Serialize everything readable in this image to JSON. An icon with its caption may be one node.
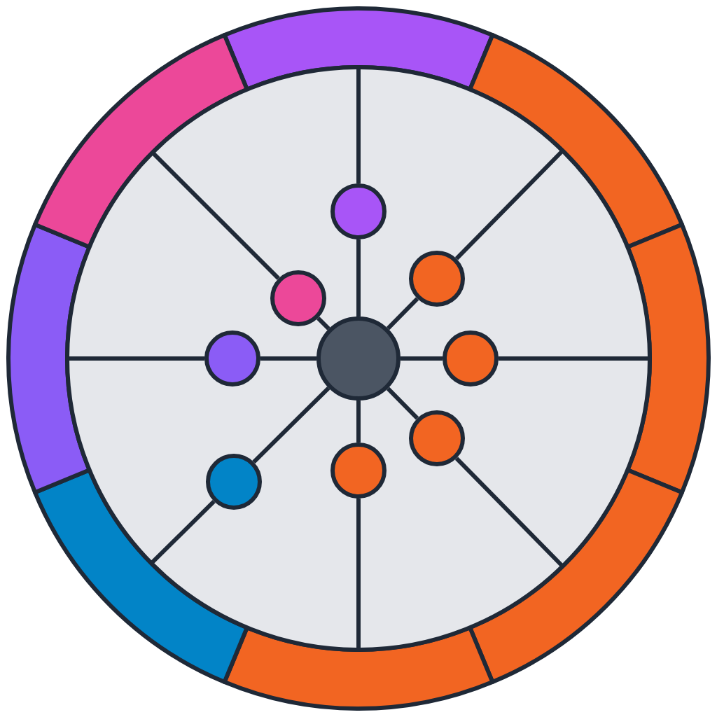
{
  "diagram": {
    "nodes": [
      {
        "text": [],
        "shape": "circle"
      },
      {
        "text": [],
        "shape": "circle"
      },
      {
        "text": [],
        "shape": "circle"
      },
      {
        "text": [],
        "shape": "circle"
      },
      {
        "text": [],
        "shape": "circle"
      },
      {
        "text": [],
        "shape": "circle"
      },
      {
        "text": [],
        "shape": "circle"
      },
      {
        "text": [],
        "shape": "circle"
      },
      {
        "text": [],
        "shape": "circle"
      }
    ],
    "edges": [
      {
        "from": 4,
        "to": 0,
        "arrow": "none"
      },
      {
        "from": 4,
        "to": 1,
        "arrow": "none"
      },
      {
        "from": 4,
        "to": 2,
        "arrow": "none"
      },
      {
        "from": 4,
        "to": 3,
        "arrow": "none"
      },
      {
        "from": 4,
        "to": 5,
        "arrow": "none"
      },
      {
        "from": 4,
        "to": 6,
        "arrow": "none"
      },
      {
        "from": 4,
        "to": 7,
        "arrow": "none"
      },
      {
        "from": 4,
        "to": 8,
        "arrow": "none"
      }
    ]
  }
}
